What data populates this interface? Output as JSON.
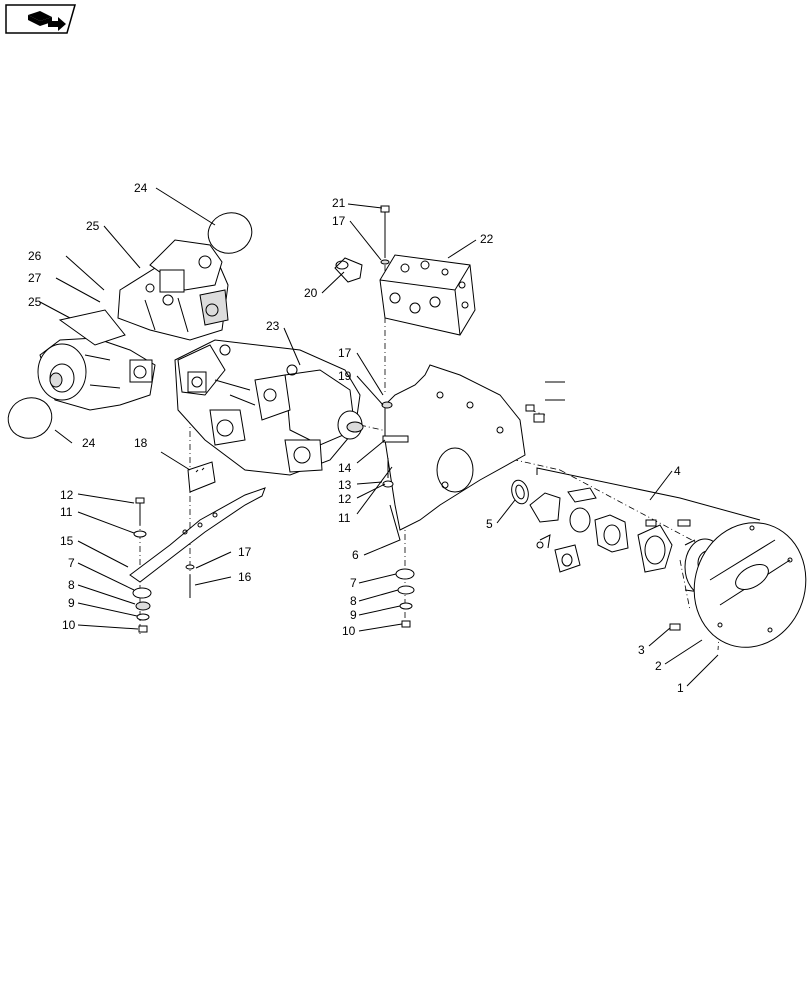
{
  "diagram": {
    "nav_icon": "book-arrow-icon",
    "callouts": {
      "c1": "1",
      "c2": "2",
      "c3": "3",
      "c4": "4",
      "c5": "5",
      "c6": "6",
      "c7a": "7",
      "c7b": "7",
      "c8a": "8",
      "c8b": "8",
      "c9a": "9",
      "c9b": "9",
      "c10a": "10",
      "c10b": "10",
      "c11a": "11",
      "c11b": "11",
      "c12a": "12",
      "c12b": "12",
      "c13": "13",
      "c14": "14",
      "c15": "15",
      "c16": "16",
      "c17a": "17",
      "c17b": "17",
      "c17c": "17",
      "c18": "18",
      "c19": "19",
      "c20": "20",
      "c21": "21",
      "c22": "22",
      "c23": "23",
      "c24a": "24",
      "c24b": "24",
      "c25a": "25",
      "c25b": "25",
      "c26": "26",
      "c27": "27"
    }
  }
}
